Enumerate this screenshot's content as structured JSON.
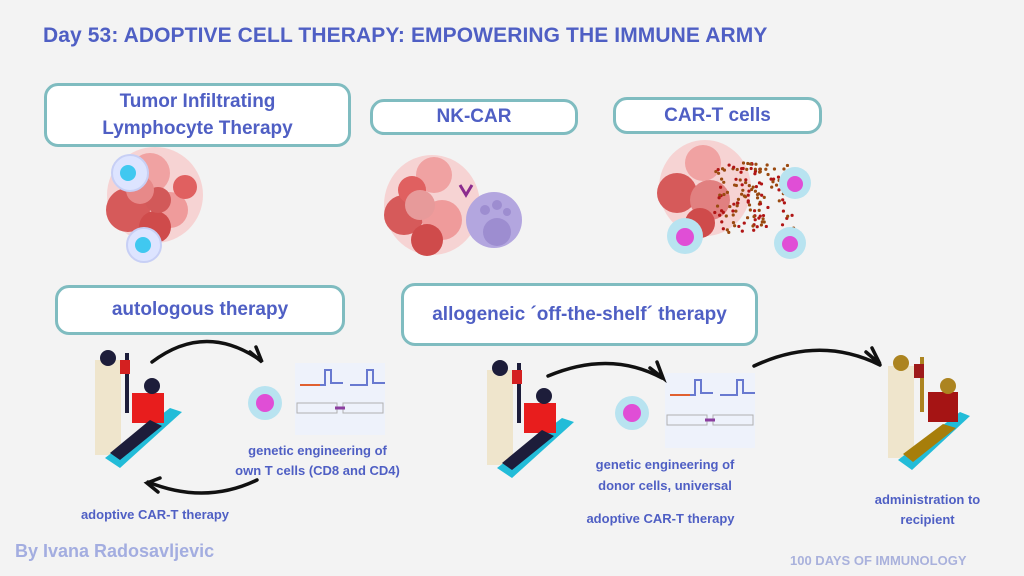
{
  "title": "Day 53: ADOPTIVE CELL THERAPY: EMPOWERING THE IMMUNE ARMY",
  "therapy_types": [
    {
      "line1": "Tumor Infiltrating",
      "line2": "Lymphocyte Therapy"
    },
    {
      "label": "NK-CAR"
    },
    {
      "label": "CAR-T cells"
    }
  ],
  "autologous": {
    "heading": "autologous therapy",
    "engineering_line1": "genetic engineering of",
    "engineering_line2": "own T cells (CD8 and CD4)",
    "return_label": "adoptive CAR-T therapy"
  },
  "allogeneic": {
    "heading": "allogeneic ´off-the-shelf´ therapy",
    "engineering_line1": "genetic engineering of",
    "engineering_line2": "donor cells, universal",
    "therapy_label": "adoptive CAR-T therapy",
    "admin_line1": "administration to",
    "admin_line2": "recipient"
  },
  "footer": {
    "author": "By Ivana Radosavljevic",
    "series": "100 DAYS OF IMMUNOLOGY"
  },
  "colors": {
    "title_blue": "#4f5fc4",
    "box_border": "#7fbcc0",
    "background": "#f3f3f3"
  }
}
